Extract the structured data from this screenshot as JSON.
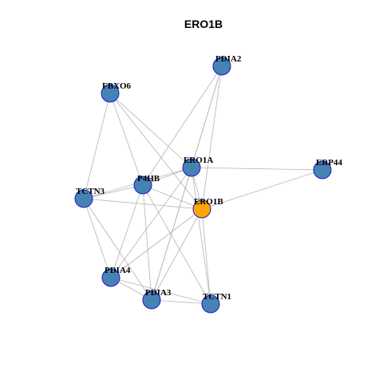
{
  "title": "ERO1B",
  "colors": {
    "node_default": "#4682b4",
    "node_focus": "#ffa500",
    "node_border": "#1a1acc",
    "edge": "#b3b3b3",
    "text": "#000000",
    "background": "#ffffff"
  },
  "nodes": [
    {
      "id": "PDIA2",
      "label": "PDIA2",
      "focus": false
    },
    {
      "id": "FBXO6",
      "label": "FBXO6",
      "focus": false
    },
    {
      "id": "ERO1A",
      "label": "ERO1A",
      "focus": false
    },
    {
      "id": "ERP44",
      "label": "ERP44",
      "focus": false
    },
    {
      "id": "P4HB",
      "label": "P4HB",
      "focus": false
    },
    {
      "id": "TCTN3",
      "label": "TCTN3",
      "focus": false
    },
    {
      "id": "ERO1B",
      "label": "ERO1B",
      "focus": true
    },
    {
      "id": "PDIA4",
      "label": "PDIA4",
      "focus": false
    },
    {
      "id": "PDIA3",
      "label": "PDIA3",
      "focus": false
    },
    {
      "id": "TCTN1",
      "label": "TCTN1",
      "focus": false
    }
  ],
  "edges": [
    [
      "FBXO6",
      "TCTN3"
    ],
    [
      "FBXO6",
      "P4HB"
    ],
    [
      "FBXO6",
      "ERO1A"
    ],
    [
      "FBXO6",
      "ERO1B"
    ],
    [
      "PDIA2",
      "P4HB"
    ],
    [
      "PDIA2",
      "ERO1A"
    ],
    [
      "PDIA2",
      "PDIA3"
    ],
    [
      "PDIA2",
      "ERO1B"
    ],
    [
      "ERO1A",
      "P4HB"
    ],
    [
      "ERO1A",
      "TCTN3"
    ],
    [
      "ERO1A",
      "ERP44"
    ],
    [
      "ERO1A",
      "ERO1B"
    ],
    [
      "ERO1A",
      "PDIA4"
    ],
    [
      "ERO1A",
      "PDIA3"
    ],
    [
      "ERO1A",
      "TCTN1"
    ],
    [
      "ERP44",
      "ERO1B"
    ],
    [
      "P4HB",
      "TCTN3"
    ],
    [
      "P4HB",
      "ERO1B"
    ],
    [
      "P4HB",
      "PDIA4"
    ],
    [
      "P4HB",
      "PDIA3"
    ],
    [
      "P4HB",
      "TCTN1"
    ],
    [
      "TCTN3",
      "ERO1B"
    ],
    [
      "TCTN3",
      "PDIA4"
    ],
    [
      "TCTN3",
      "PDIA3"
    ],
    [
      "ERO1B",
      "PDIA4"
    ],
    [
      "ERO1B",
      "PDIA3"
    ],
    [
      "ERO1B",
      "TCTN1"
    ],
    [
      "PDIA4",
      "PDIA3"
    ],
    [
      "PDIA4",
      "TCTN1"
    ],
    [
      "PDIA3",
      "TCTN1"
    ]
  ]
}
